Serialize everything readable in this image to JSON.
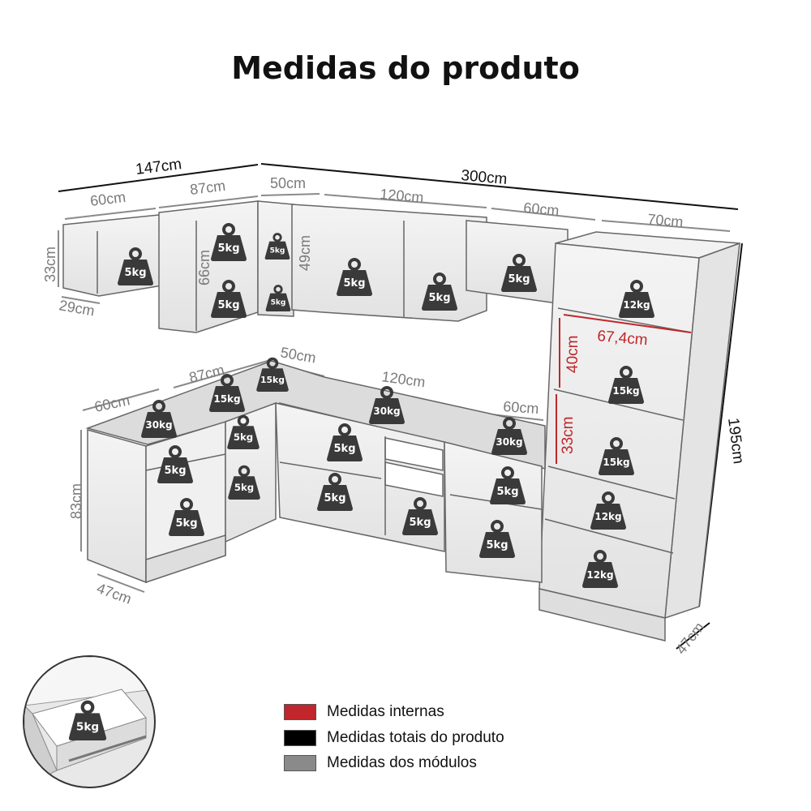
{
  "title": "Medidas do produto",
  "colors": {
    "internal": "#c0262b",
    "total": "#000000",
    "module": "#8a8a8a",
    "weight_badge": "#3a3a3a"
  },
  "dimensions": {
    "total": {
      "upper_left_width": "147cm",
      "full_width": "300cm",
      "height": "195cm",
      "depth": "47cm"
    },
    "modules": {
      "upper_60": "60cm",
      "upper_87": "87cm",
      "upper_50": "50cm",
      "upper_120": "120cm",
      "upper_60b": "60cm",
      "upper_70": "70cm",
      "upper_height_33": "33cm",
      "upper_depth_29": "29cm",
      "upper_height_66": "66cm",
      "upper_height_49": "49cm",
      "lower_60": "60cm",
      "lower_87": "87cm",
      "lower_50": "50cm",
      "lower_120": "120cm",
      "lower_60b": "60cm",
      "lower_height_83": "83cm",
      "lower_depth_47": "47cm"
    },
    "internal": {
      "shelf_width": "67,4cm",
      "niche_height_40": "40cm",
      "niche_height_33": "33cm"
    }
  },
  "weights": [
    {
      "id": "upper-corner",
      "label": "5kg"
    },
    {
      "id": "upper-87-top",
      "label": "5kg"
    },
    {
      "id": "upper-87-bottom",
      "label": "5kg"
    },
    {
      "id": "upper-50-top",
      "label": "5kg"
    },
    {
      "id": "upper-50-bottom",
      "label": "5kg"
    },
    {
      "id": "upper-120-left",
      "label": "5kg"
    },
    {
      "id": "upper-120-right",
      "label": "5kg"
    },
    {
      "id": "upper-60",
      "label": "5kg"
    },
    {
      "id": "tower-top",
      "label": "12kg"
    },
    {
      "id": "tower-mid",
      "label": "15kg"
    },
    {
      "id": "tower-lower",
      "label": "15kg"
    },
    {
      "id": "tower-shelf-1",
      "label": "12kg"
    },
    {
      "id": "tower-shelf-2",
      "label": "12kg"
    },
    {
      "id": "lower-60-top",
      "label": "30kg"
    },
    {
      "id": "lower-87-top",
      "label": "15kg"
    },
    {
      "id": "lower-50-top",
      "label": "15kg"
    },
    {
      "id": "lower-120-top",
      "label": "30kg"
    },
    {
      "id": "lower-60b-top",
      "label": "30kg"
    },
    {
      "id": "lower-60-shelf-1",
      "label": "5kg"
    },
    {
      "id": "lower-60-shelf-2",
      "label": "5kg"
    },
    {
      "id": "lower-87-shelf-1",
      "label": "5kg"
    },
    {
      "id": "lower-87-shelf-2",
      "label": "5kg"
    },
    {
      "id": "lower-120-shelf-1",
      "label": "5kg"
    },
    {
      "id": "lower-120-shelf-2",
      "label": "5kg"
    },
    {
      "id": "lower-120-right",
      "label": "5kg"
    },
    {
      "id": "lower-60b-shelf-1",
      "label": "5kg"
    },
    {
      "id": "lower-60b-shelf-2",
      "label": "5kg"
    },
    {
      "id": "drawer",
      "label": "5kg"
    }
  ],
  "legend": [
    {
      "label": "Medidas internas",
      "color": "#c0262b"
    },
    {
      "label": "Medidas totais do produto",
      "color": "#000000"
    },
    {
      "label": "Medidas dos módulos",
      "color": "#8a8a8a"
    }
  ]
}
